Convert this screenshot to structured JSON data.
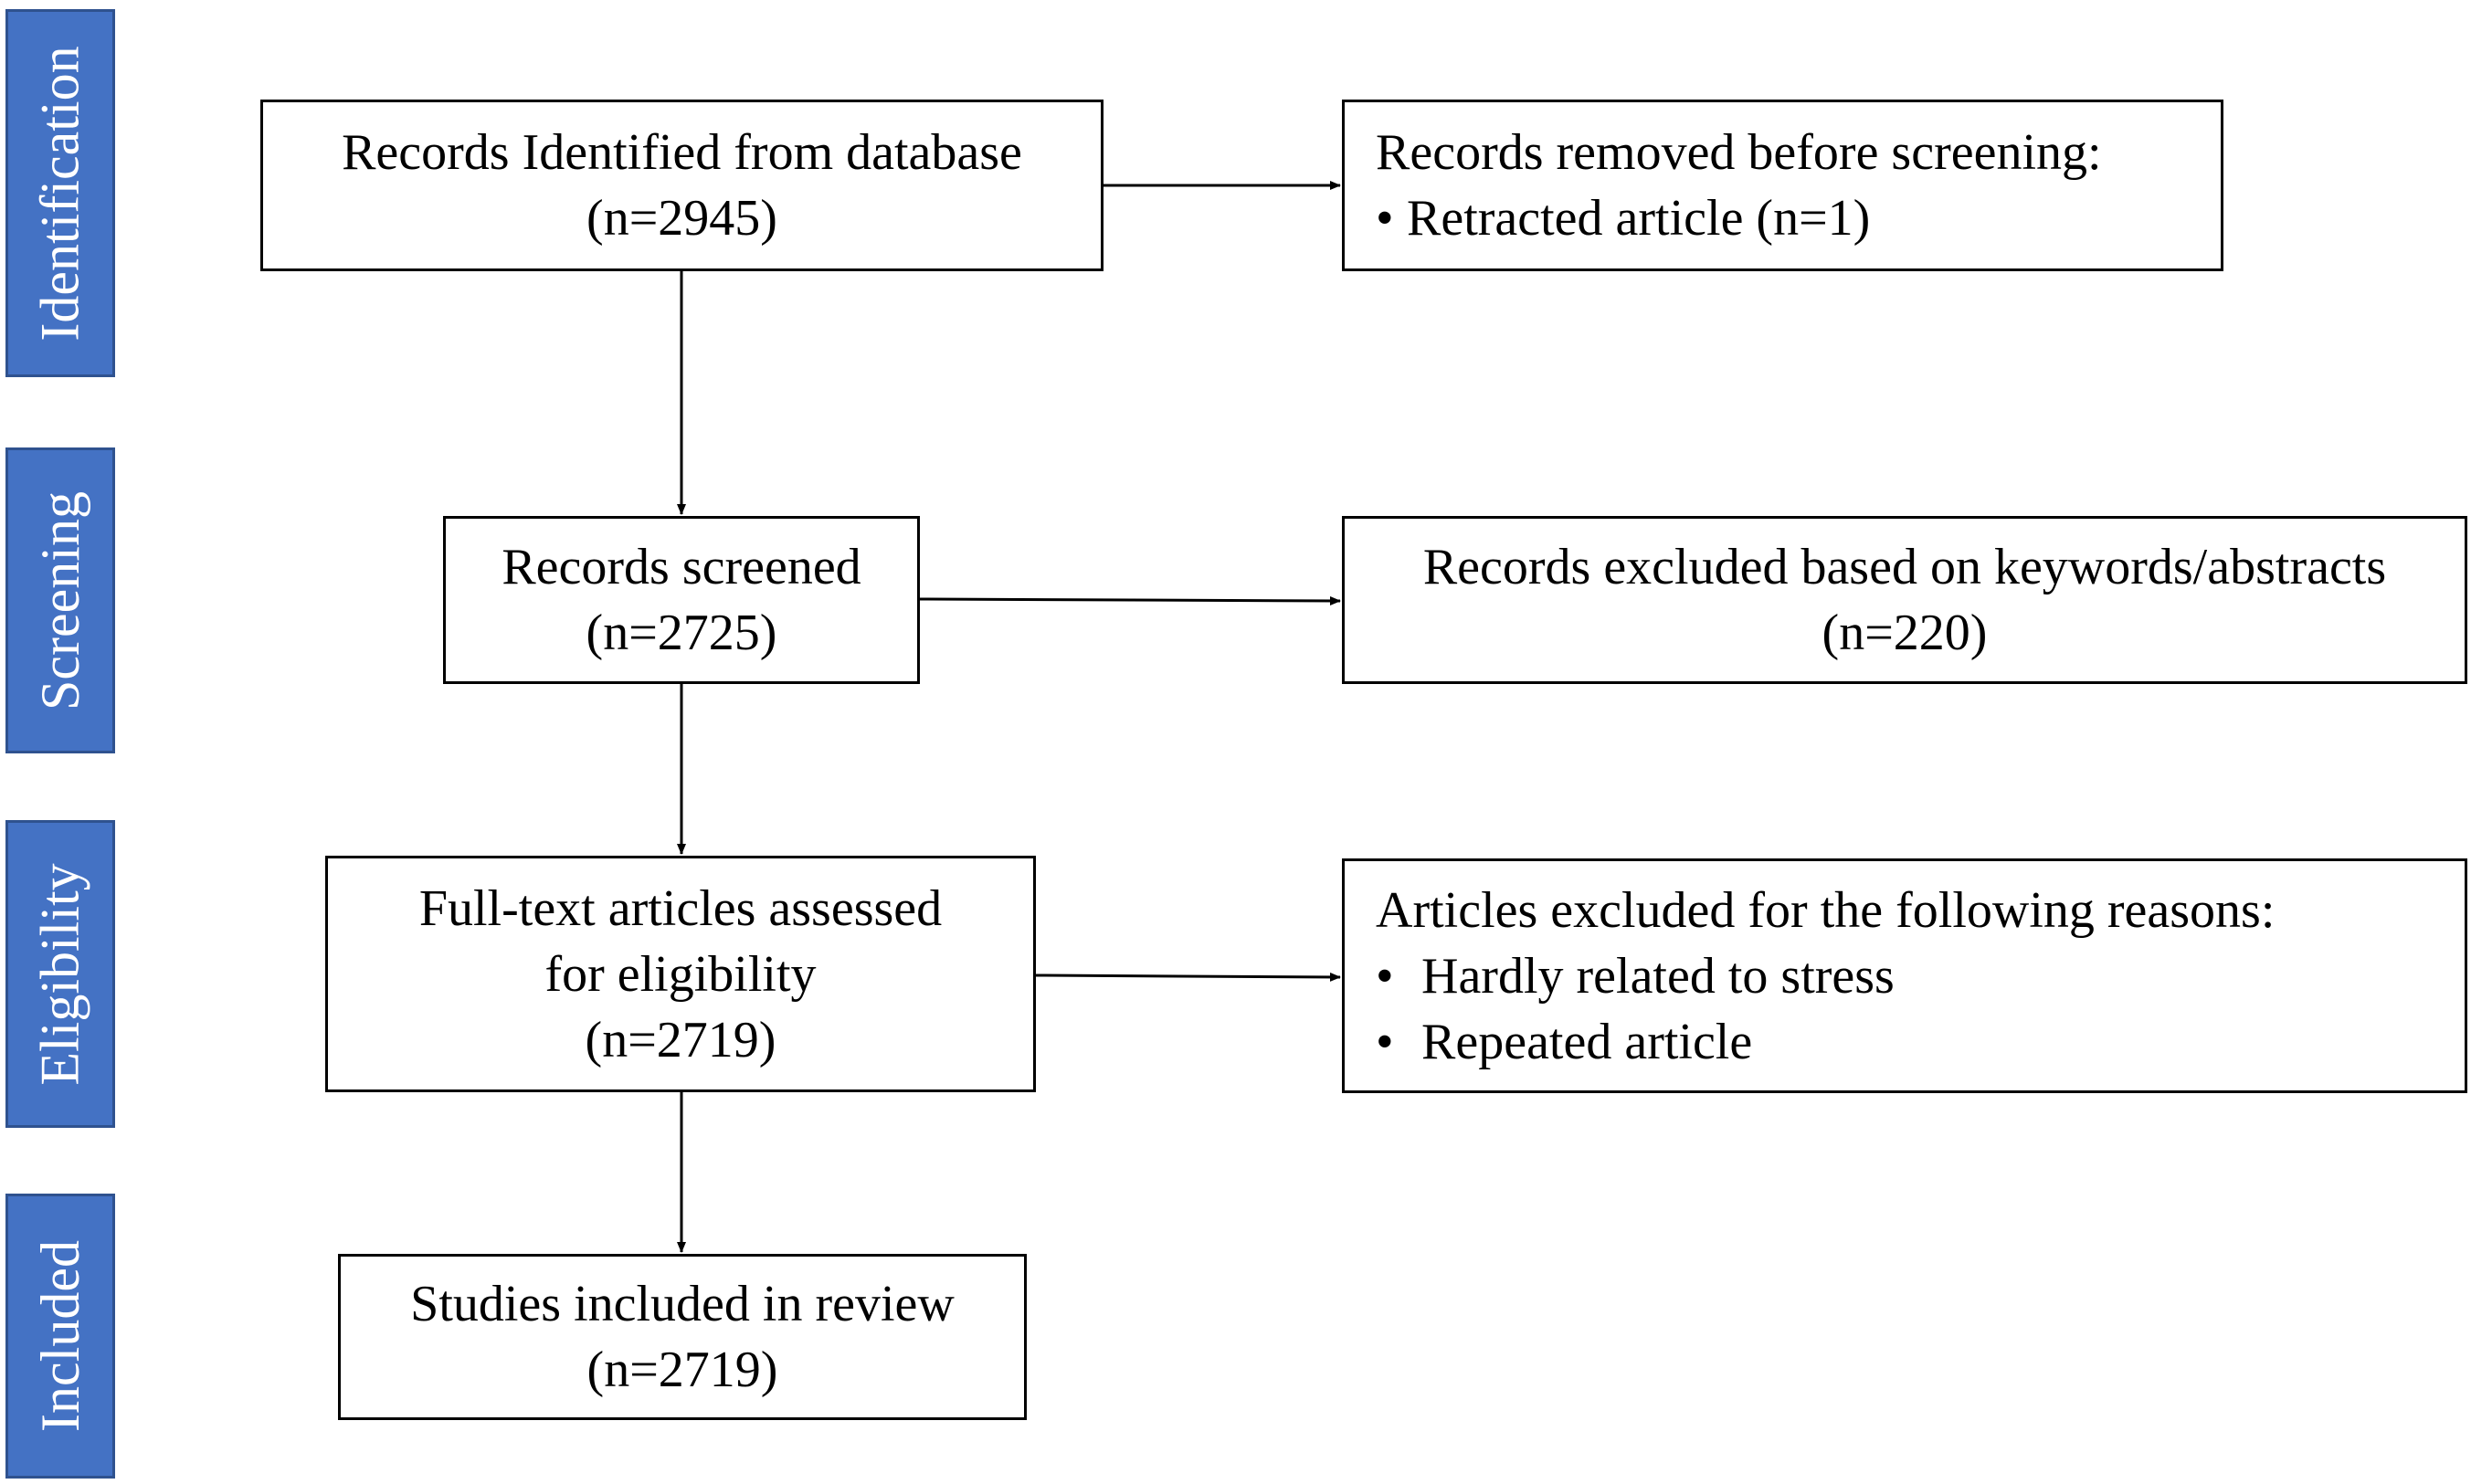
{
  "stages": [
    {
      "id": "identification",
      "label": "Identification"
    },
    {
      "id": "screening",
      "label": "Screening"
    },
    {
      "id": "eligibility",
      "label": "Eligibility"
    },
    {
      "id": "included",
      "label": "Included"
    }
  ],
  "identified": {
    "title": "Records Identified from database",
    "count": "(n=2945)"
  },
  "removed": {
    "title": "Records removed before screening:",
    "bullet": "•",
    "items": [
      "Retracted article (n=1)"
    ]
  },
  "screened": {
    "title": "Records screened",
    "count": "(n=2725)"
  },
  "excluded_keywords": {
    "title": "Records excluded based on keywords/abstracts",
    "count": "(n=220)"
  },
  "fulltext": {
    "title_line1": "Full-text articles assessed",
    "title_line2": "for eligibility",
    "count": "(n=2719)"
  },
  "excluded_reasons": {
    "title": "Articles excluded for the following reasons:",
    "bullet": "•",
    "items": [
      "Hardly related to stress",
      "Repeated article"
    ]
  },
  "included": {
    "title": "Studies included in review",
    "count": "(n=2719)"
  }
}
